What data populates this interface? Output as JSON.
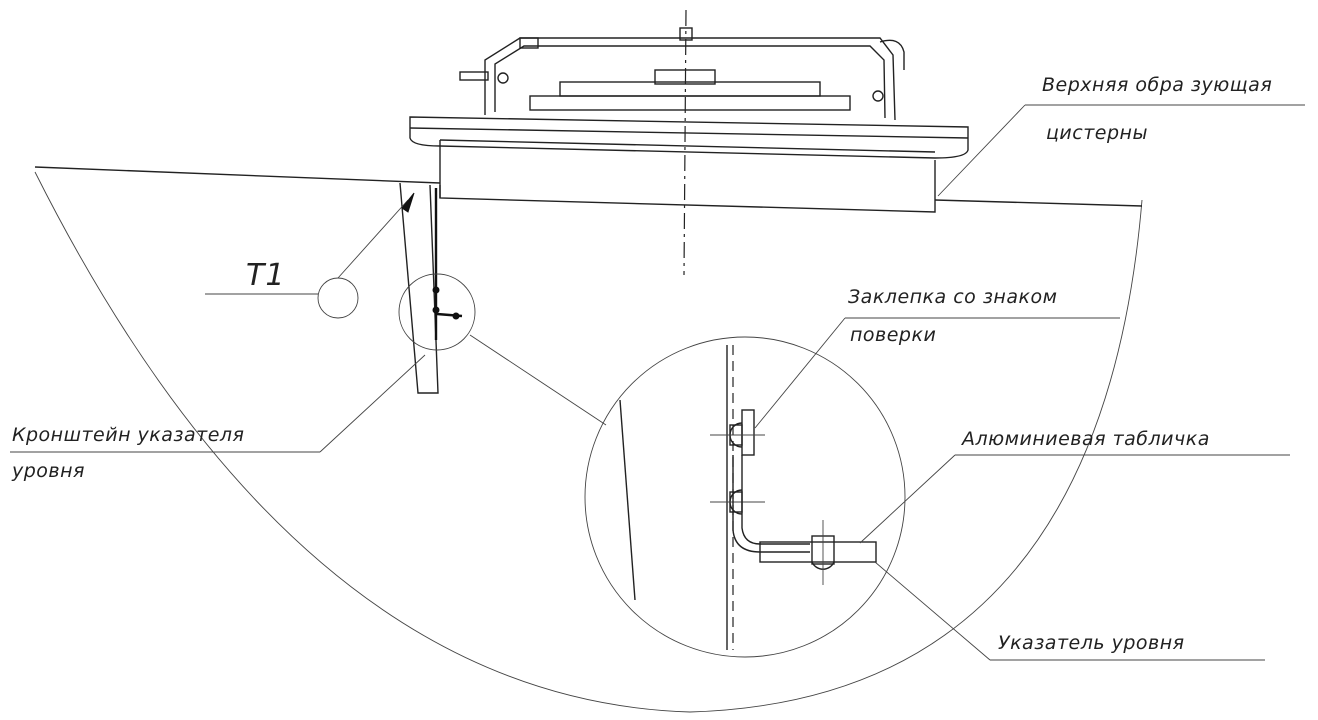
{
  "labels": {
    "top_generatrix_line1": "Верхняя обра зующая",
    "top_generatrix_line2": "цистерны",
    "t1": "T1",
    "rivet_line1": "Заклепка со знаком",
    "rivet_line2": "поверки",
    "bracket_line1": "Кронштейн указателя",
    "bracket_line2": "уровня",
    "aluminum_plate": "Алюминиевая табличка",
    "level_indicator": "Указатель уровня"
  }
}
